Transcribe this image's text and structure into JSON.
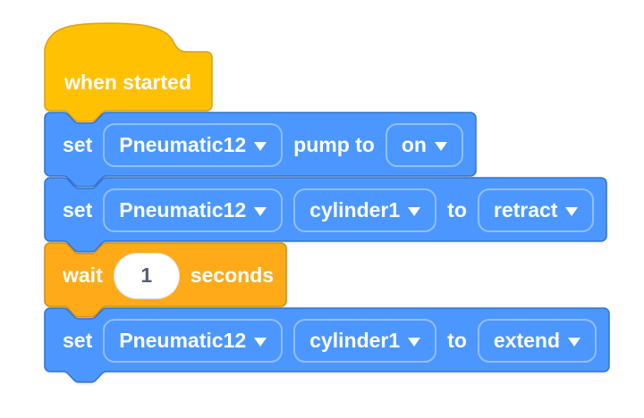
{
  "colors": {
    "workspace_bg": "#ffffff",
    "event_fill": "#FFC101",
    "event_border": "#DBA021",
    "control_fill": "#FFAB19",
    "control_border": "#CF8B17",
    "pneumatic_fill": "#4C97FF",
    "pneumatic_border": "#3373CC",
    "block_text": "#ffffff",
    "input_text": "#575E75"
  },
  "icons": {
    "dropdown_caret": "▼"
  },
  "script": {
    "hat": {
      "label": "when started"
    },
    "set_pump": {
      "keyword": "set",
      "device": "Pneumatic12",
      "label": "pump to",
      "value": "on"
    },
    "set_cylinder_retract": {
      "keyword": "set",
      "device": "Pneumatic12",
      "cylinder": "cylinder1",
      "label": "to",
      "value": "retract"
    },
    "wait": {
      "keyword": "wait",
      "value": "1",
      "label": "seconds"
    },
    "set_cylinder_extend": {
      "keyword": "set",
      "device": "Pneumatic12",
      "cylinder": "cylinder1",
      "label": "to",
      "value": "extend"
    }
  }
}
